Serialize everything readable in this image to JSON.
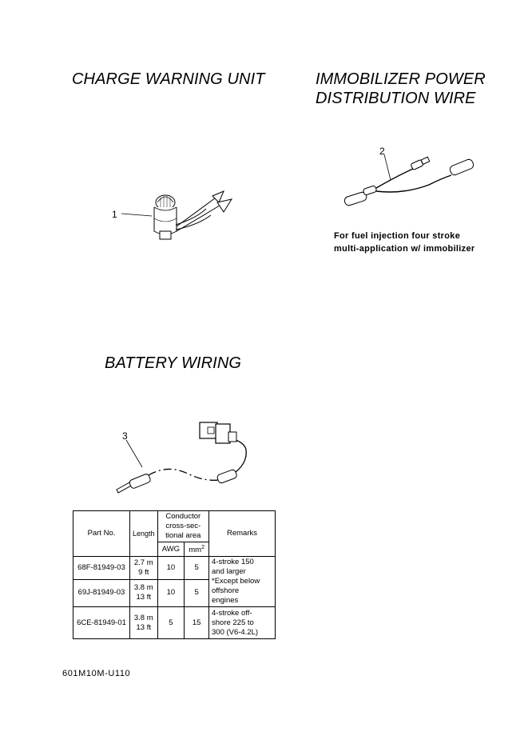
{
  "headings": {
    "charge_warning_unit": "CHARGE WARNING UNIT",
    "immobilizer_line1": "IMMOBILIZER POWER",
    "immobilizer_line2": "DISTRIBUTION WIRE",
    "battery_wiring": "BATTERY WIRING"
  },
  "callouts": {
    "c1": "1",
    "c2": "2",
    "c3": "3"
  },
  "immobilizer_note": {
    "line1": "For fuel injection four stroke",
    "line2": "multi-application w/ immobilizer"
  },
  "table": {
    "headers": {
      "part_no": "Part No.",
      "length": "Length",
      "conductor_l1": "Conductor",
      "conductor_l2": "cross-sec-",
      "conductor_l3": "tional area",
      "awg": "AWG",
      "mm2": "mm",
      "mm2_sup": "2",
      "remarks": "Remarks"
    },
    "rows": [
      {
        "part_no": "68F-81949-03",
        "len_m": "2.7 m",
        "len_ft": "9 ft",
        "awg": "10",
        "mm2": "5"
      },
      {
        "part_no": "69J-81949-03",
        "len_m": "3.8 m",
        "len_ft": "13 ft",
        "awg": "10",
        "mm2": "5"
      },
      {
        "part_no": "6CE-81949-01",
        "len_m": "3.8 m",
        "len_ft": "13 ft",
        "awg": "5",
        "mm2": "15"
      }
    ],
    "remarks_a": {
      "l1": "4-stroke 150",
      "l2": "and larger",
      "l3": "*Except below",
      "l4": "offshore",
      "l5": "engines"
    },
    "remarks_b": {
      "l1": "4-stroke off-",
      "l2": "shore 225 to",
      "l3": "300 (V6-4.2L)"
    }
  },
  "doc_code": "601M10M-U110"
}
